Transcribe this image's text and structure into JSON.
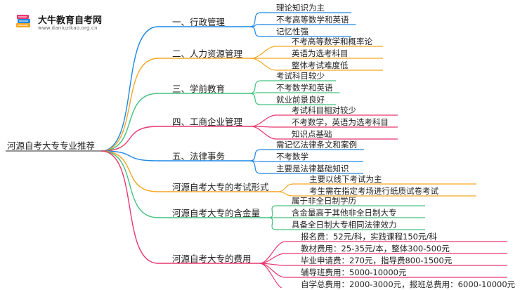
{
  "logo": {
    "title": "大牛教育自考网",
    "subtitle": "www.daniuzikao.org.cn",
    "icon": "book-stack-icon"
  },
  "root": {
    "label": "河源自考大专专业推荐"
  },
  "branches": [
    {
      "label": "一、行政管理",
      "color": "#1e88e5",
      "leaves": [
        "理论知识为主",
        "不考高等数学和英语",
        "记忆性强"
      ]
    },
    {
      "label": "二、人力资源管理",
      "color": "#f5a623",
      "leaves": [
        "不考高等数学和概率论",
        "英语为选考科目",
        "整体考试难度低"
      ]
    },
    {
      "label": "三、学前教育",
      "color": "#43c07f",
      "leaves": [
        "考试科目较少",
        "不考数学和英语",
        "就业前景良好"
      ]
    },
    {
      "label": "四、工商企业管理",
      "color": "#e8376e",
      "leaves": [
        "考试科目相对较少",
        "不考数学，英语为选考科目",
        "知识点基础"
      ]
    },
    {
      "label": "五、法律事务",
      "color": "#1e88e5",
      "leaves": [
        "需记忆法律条文和案例",
        "不考数学",
        "主要是法律基础知识"
      ]
    },
    {
      "label": "河源自考大专的考试形式",
      "color": "#f5a623",
      "leaves": [
        "主要以线下考试为主",
        "考生需在指定考场进行纸质试卷考试"
      ]
    },
    {
      "label": "河源自考大专的含金量",
      "color": "#43c07f",
      "leaves": [
        "属于非全日制学历",
        "含金量高于其他非全日制大专",
        "具备全日制大专相同法律效力"
      ]
    },
    {
      "label": "河源自考大专的费用",
      "color": "#e8376e",
      "leaves": [
        "报名费：52元/科，实践课程150元/科",
        "教材费用：25-35元/本，整体300-500元",
        "毕业申请费：270元，指导费800-1500元",
        "辅导班费用：5000-10000元",
        "自学总费用：2000-3000元，报班总费用：6000-10000元"
      ]
    }
  ]
}
